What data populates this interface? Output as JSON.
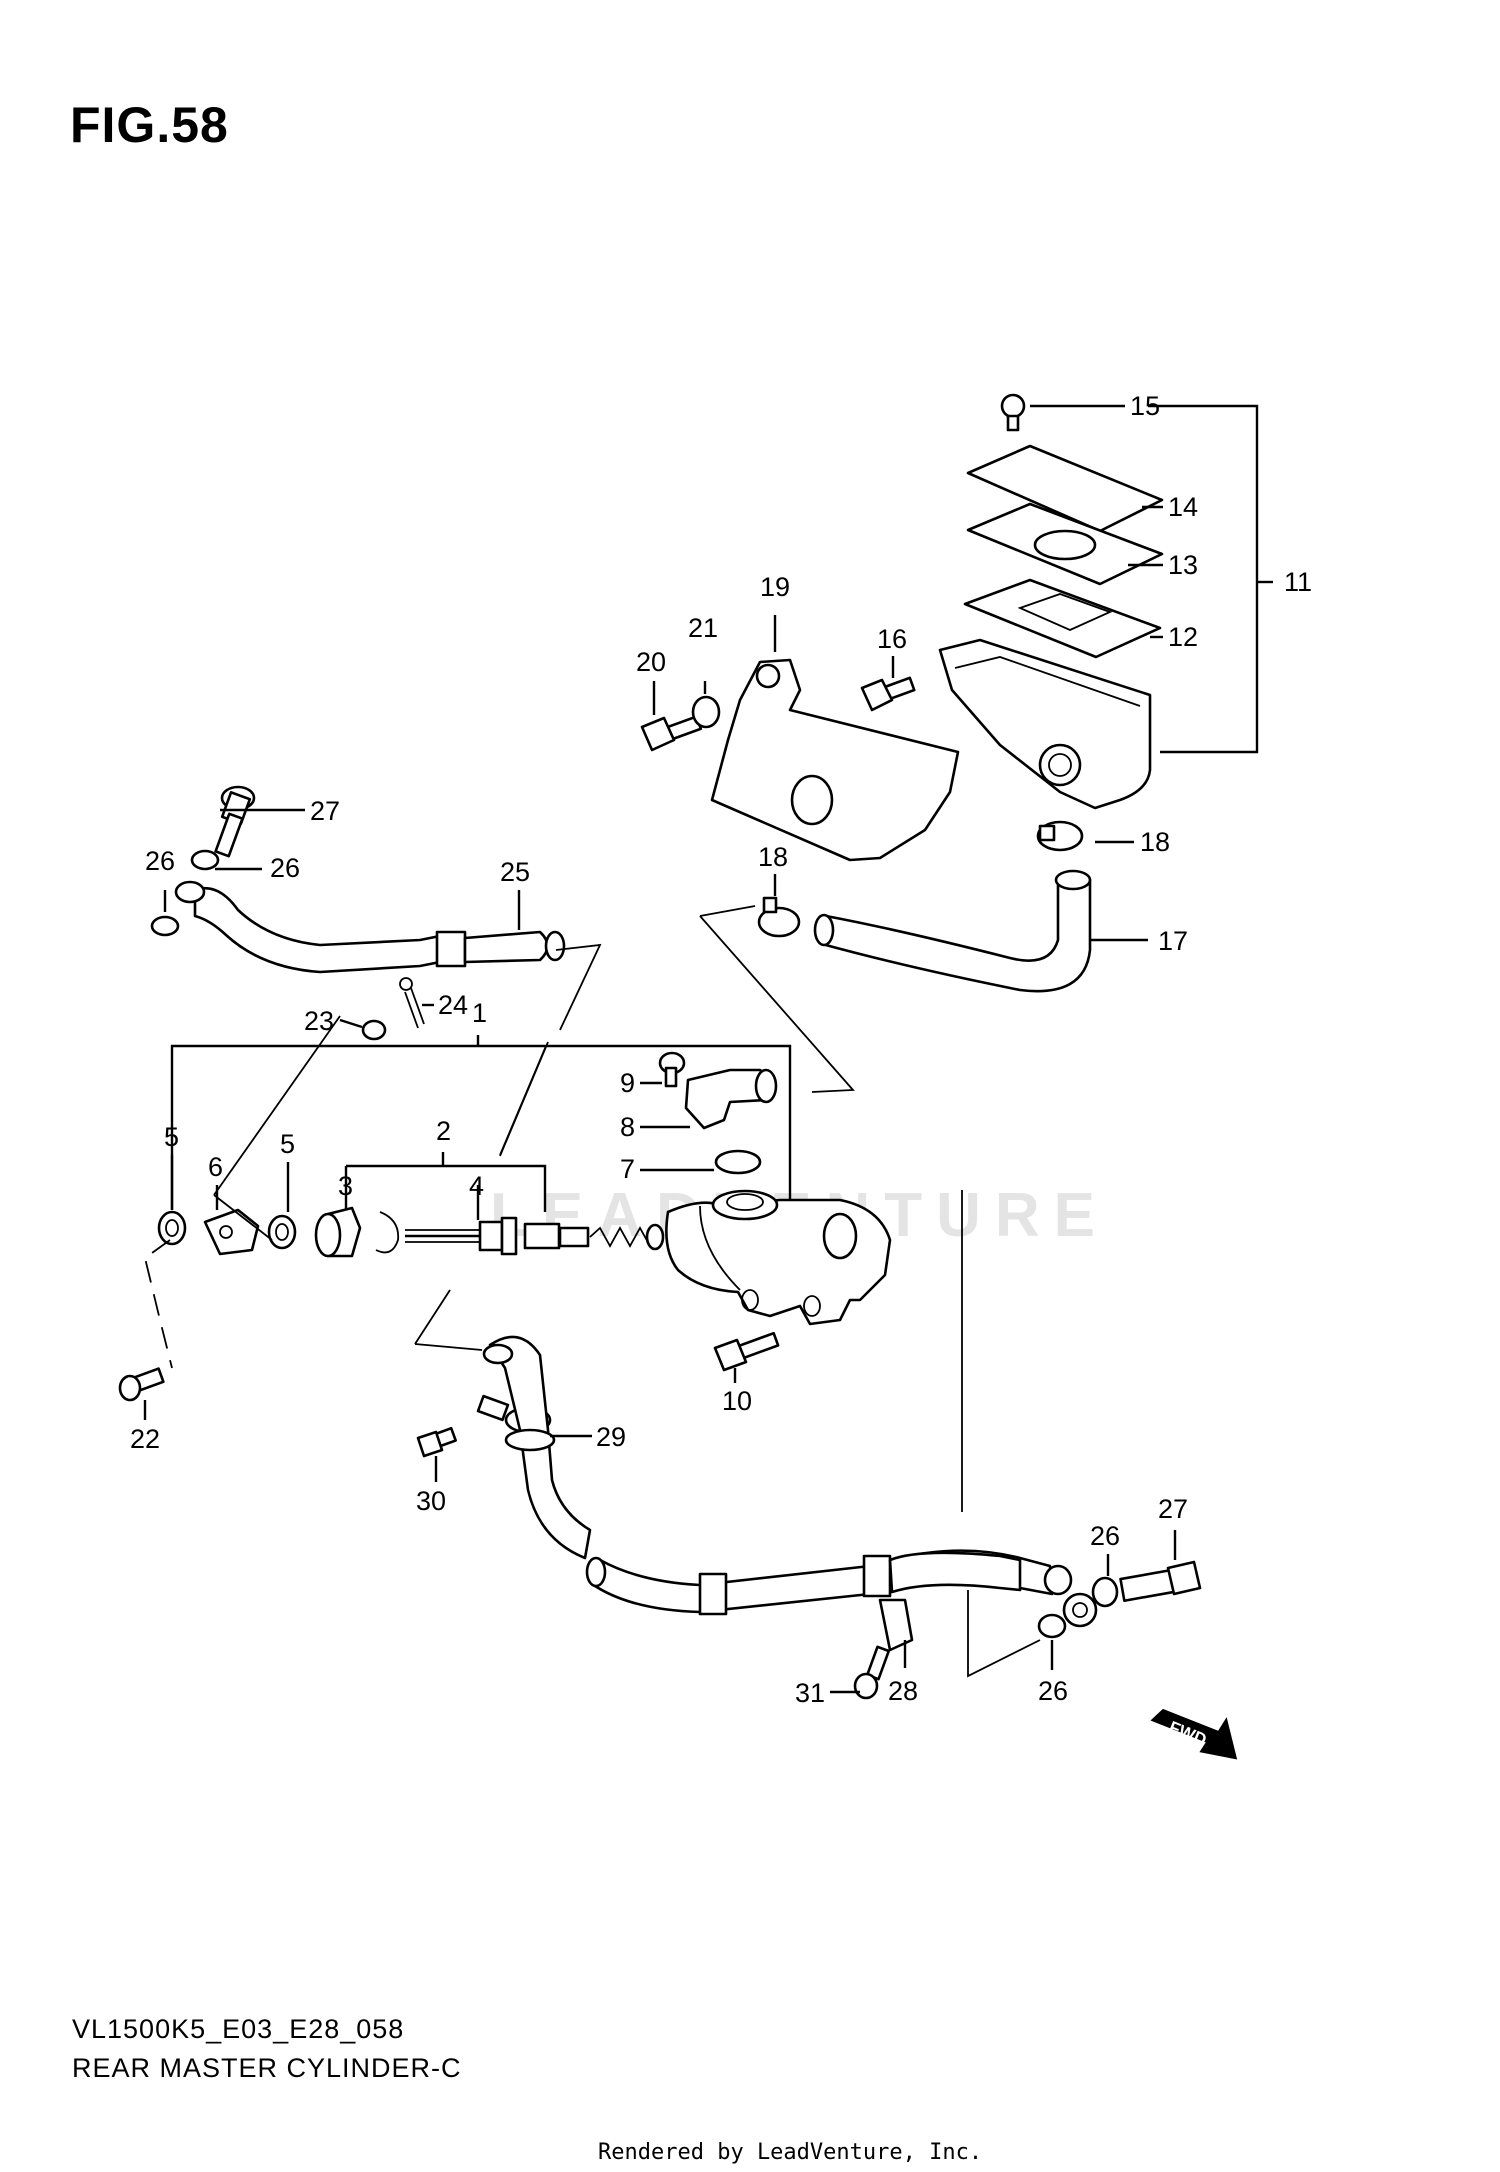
{
  "figure": {
    "title": "FIG.58"
  },
  "footer": {
    "model_code": "VL1500K5_E03_E28_058",
    "assembly_name": "REAR MASTER CYLINDER-C"
  },
  "credit": {
    "text": "Rendered by LeadVenture, Inc."
  },
  "watermark": {
    "text": "LEADVENTURE"
  },
  "fwd_arrow": {
    "label": "FWD"
  },
  "callouts": [
    "1",
    "2",
    "3",
    "4",
    "5",
    "5",
    "6",
    "7",
    "8",
    "9",
    "10",
    "11",
    "12",
    "13",
    "14",
    "15",
    "16",
    "17",
    "18",
    "18",
    "19",
    "20",
    "21",
    "22",
    "23",
    "24",
    "25",
    "26",
    "26",
    "26",
    "26",
    "27",
    "27",
    "28",
    "29",
    "30",
    "31"
  ]
}
